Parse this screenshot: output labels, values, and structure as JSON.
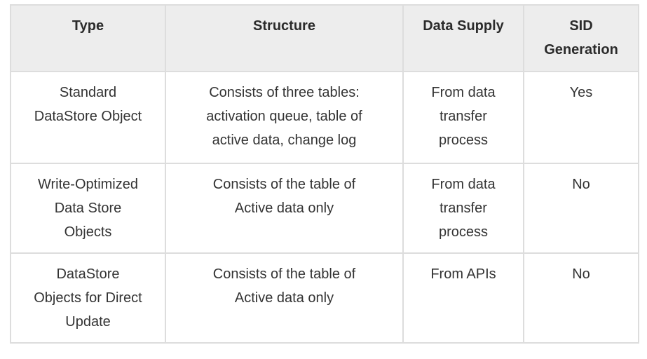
{
  "colors": {
    "header_bg": "#ededed",
    "border": "#dddddd",
    "text": "#333333",
    "page_bg": "#ffffff"
  },
  "table": {
    "headers": [
      "Type",
      "Structure",
      "Data Supply",
      "SID\nGeneration"
    ],
    "rows": [
      [
        "Standard\nDataStore Object",
        "Consists of three tables:\nactivation queue, table of\nactive data, change log",
        "From data\ntransfer\nprocess",
        "Yes"
      ],
      [
        "Write-Optimized\nData Store\nObjects",
        "Consists of the table of\nActive data only",
        "From data\ntransfer\nprocess",
        "No"
      ],
      [
        "DataStore\nObjects for Direct\nUpdate",
        "Consists of the table of\nActive data only",
        "From APIs",
        "No"
      ]
    ]
  }
}
